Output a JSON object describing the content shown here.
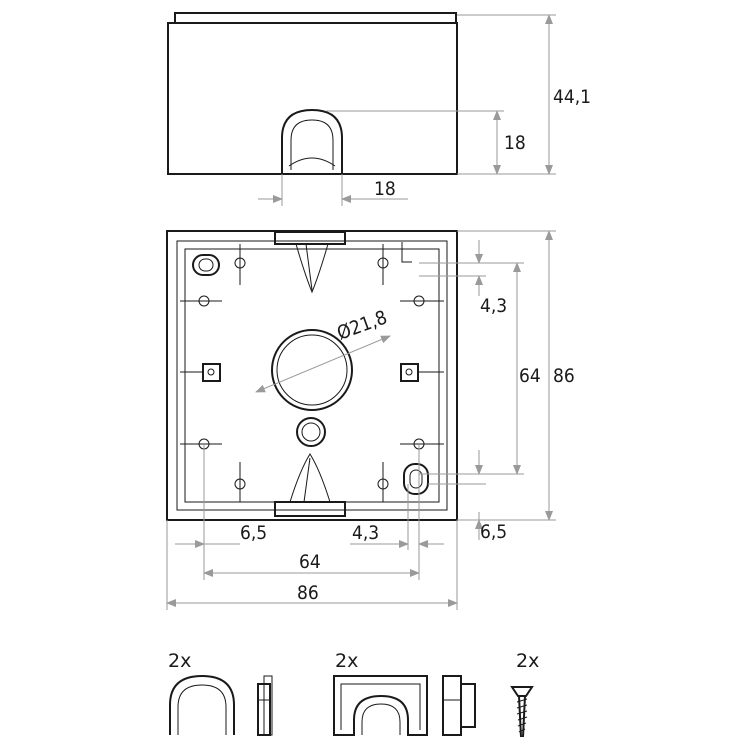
{
  "top_view": {
    "dim_height": "44,1",
    "dim_opening_height": "18",
    "dim_opening_width": "18"
  },
  "plan_view": {
    "dim_hole_diameter": "Ø21,8",
    "dim_right_offset": "4,3",
    "dim_inner_height": "64",
    "dim_outer_height": "86",
    "dim_right_edge": "6,5",
    "dim_bottom_left_edge": "6,5",
    "dim_bottom_offset": "4,3",
    "dim_inner_width": "64",
    "dim_outer_width": "86"
  },
  "accessories": [
    {
      "quantity": "2x",
      "part": "cable-entry-cap"
    },
    {
      "quantity": "2x",
      "part": "cable-clamp"
    },
    {
      "quantity": "2x",
      "part": "screw"
    }
  ]
}
